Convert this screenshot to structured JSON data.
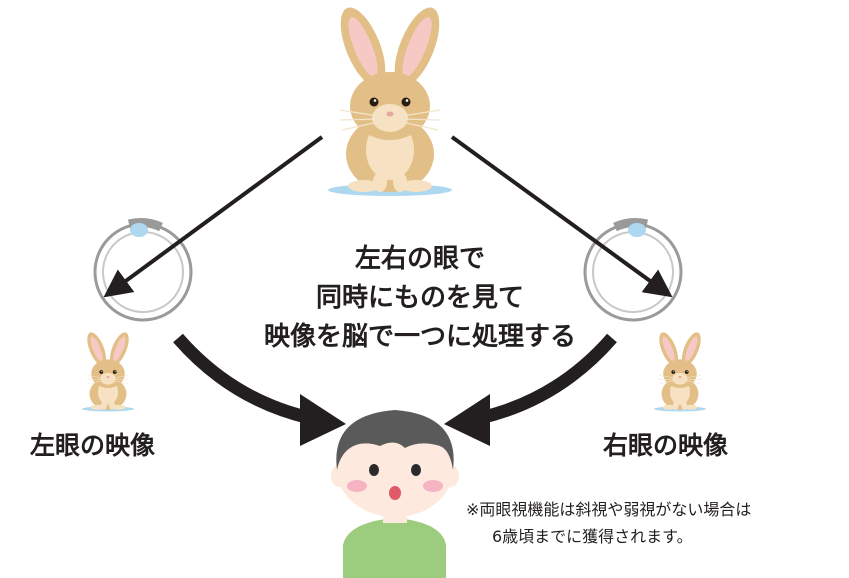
{
  "center_text": [
    "左右の眼で",
    "同時にものを見て",
    "映像を脳で一つに処理する"
  ],
  "left_label": "左眼の映像",
  "right_label": "右眼の映像",
  "note": [
    "※両眼視機能は斜視や弱視がない場合は",
    "6歳頃までに獲得されます。"
  ],
  "colors": {
    "rabbit_fur": "#e2bf86",
    "rabbit_light": "#f6e2c2",
    "ear_inner": "#f6c9c4",
    "shadow": "#aed7f0",
    "arrow": "#231f20",
    "child_hair": "#5a5a5a",
    "child_skin": "#fde9dd",
    "child_shirt": "#9ccc7d",
    "cheek": "#f6b3c3"
  }
}
